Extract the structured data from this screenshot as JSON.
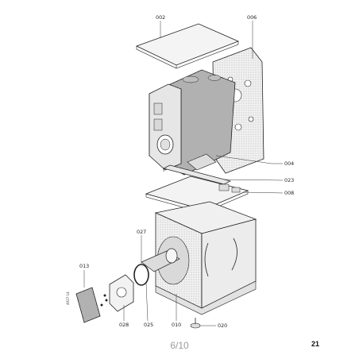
{
  "diagram": {
    "callouts": {
      "c002": "002",
      "c006": "006",
      "c004": "004",
      "c023": "023",
      "c008": "008",
      "c027": "027",
      "c013": "013",
      "c028": "028",
      "c025": "025",
      "c010": "010",
      "c020": "020"
    },
    "side_code": "4937-14"
  },
  "footer": {
    "page": "6/10",
    "sheet": "21"
  }
}
